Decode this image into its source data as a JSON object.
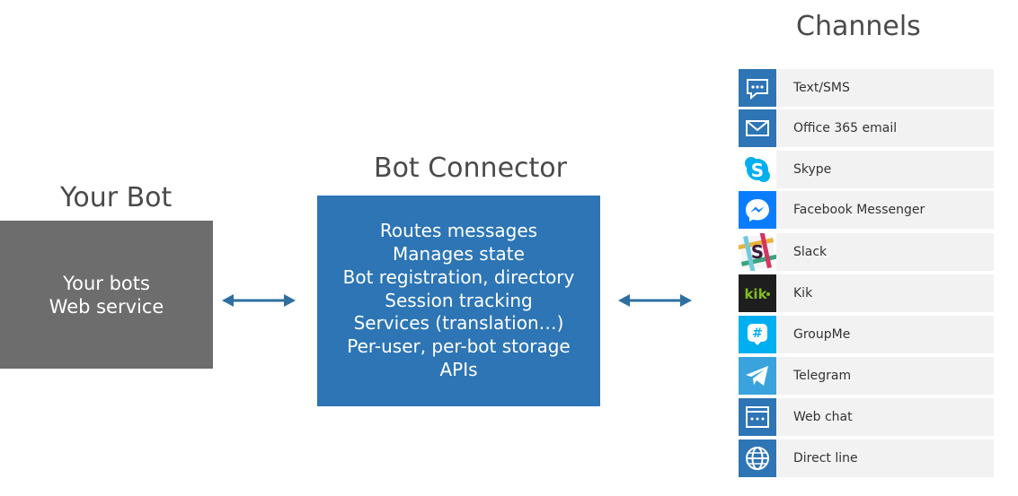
{
  "your_bot": {
    "title": "Your Bot",
    "lines": [
      "Your bots",
      "Web service"
    ]
  },
  "connector": {
    "title": "Bot Connector",
    "lines": [
      "Routes messages",
      "Manages state",
      "Bot registration, directory",
      "Session tracking",
      "Services (translation…)",
      "Per-user, per-bot storage",
      "APIs"
    ]
  },
  "channels": {
    "title": "Channels",
    "items": [
      {
        "label": "Text/SMS",
        "icon": "sms-icon"
      },
      {
        "label": "Office 365 email",
        "icon": "email-icon"
      },
      {
        "label": "Skype",
        "icon": "skype-icon"
      },
      {
        "label": "Facebook Messenger",
        "icon": "messenger-icon"
      },
      {
        "label": "Slack",
        "icon": "slack-icon"
      },
      {
        "label": "Kik",
        "icon": "kik-icon"
      },
      {
        "label": "GroupMe",
        "icon": "groupme-icon"
      },
      {
        "label": "Telegram",
        "icon": "telegram-icon"
      },
      {
        "label": "Web chat",
        "icon": "webchat-icon"
      },
      {
        "label": "Direct line",
        "icon": "globe-icon"
      }
    ]
  },
  "colors": {
    "bot_box": "#6d6d6d",
    "connector_box": "#2d75b5",
    "arrow": "#2e6f9e",
    "channel_row": "#f2f2f2",
    "channel_icon_blue": "#2d75b5"
  }
}
